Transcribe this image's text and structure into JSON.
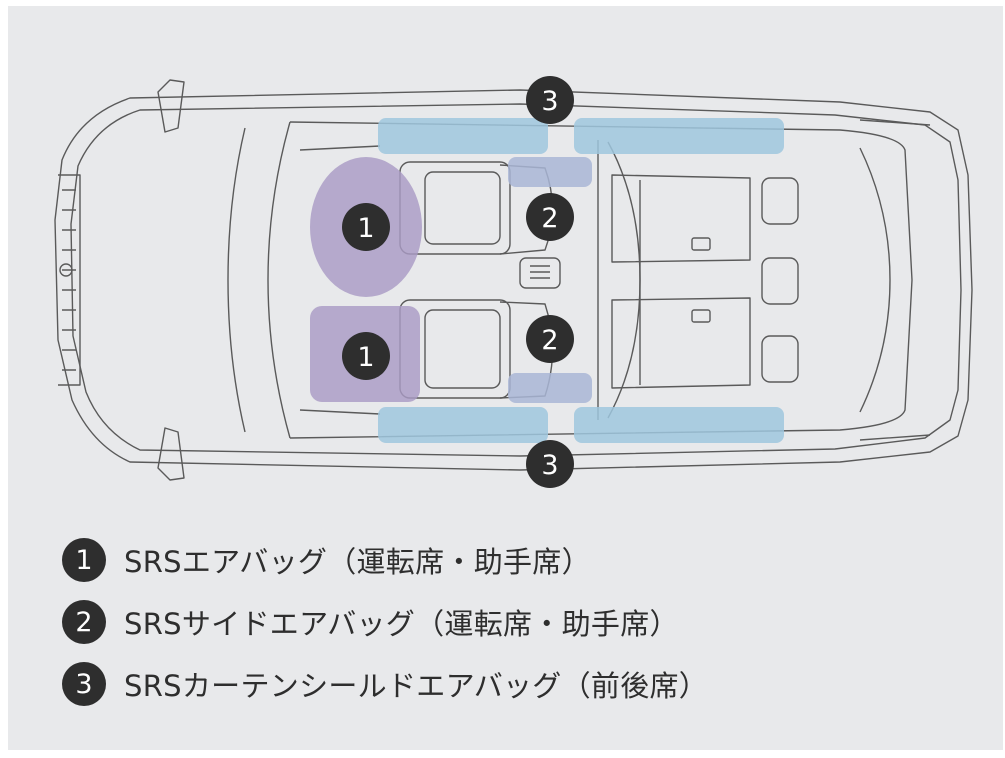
{
  "diagram": {
    "colors": {
      "background": "#e8e9eb",
      "car_outline": "#5a5a5a",
      "driver_passenger_airbag": "#a99bc4",
      "side_airbag": "#a9b6d6",
      "curtain_airbag": "#9fc7de",
      "badge": "#2e2e2e"
    },
    "markers": [
      {
        "id": "front-driver",
        "number": "1"
      },
      {
        "id": "front-passenger",
        "number": "1"
      },
      {
        "id": "side-upper",
        "number": "2"
      },
      {
        "id": "side-lower",
        "number": "2"
      },
      {
        "id": "curtain-upper",
        "number": "3"
      },
      {
        "id": "curtain-lower",
        "number": "3"
      }
    ]
  },
  "legend": [
    {
      "number": "1",
      "text": "SRSエアバッグ（運転席・助手席）"
    },
    {
      "number": "2",
      "text": "SRSサイドエアバッグ（運転席・助手席）"
    },
    {
      "number": "3",
      "text": "SRSカーテンシールドエアバッグ（前後席）"
    }
  ]
}
